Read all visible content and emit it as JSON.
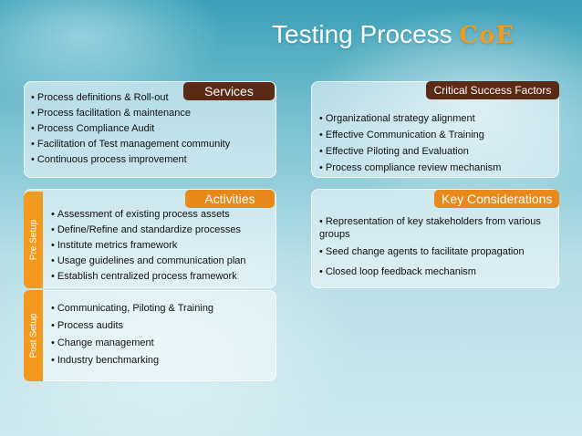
{
  "title": {
    "main": "Testing Process",
    "accent": "CoE"
  },
  "services": {
    "label": "Services",
    "items": [
      "Process definitions & Roll-out",
      "Process facilitation & maintenance",
      "Process Compliance Audit",
      "Facilitation of Test management community",
      "Continuous process improvement"
    ]
  },
  "csf": {
    "label": "Critical Success Factors",
    "items": [
      "Organizational strategy alignment",
      "Effective Communication & Training",
      "Effective Piloting and Evaluation",
      "Process compliance review mechanism"
    ]
  },
  "activities": {
    "label": "Activities",
    "pre_label": "Pre Setup",
    "post_label": "Post Setup",
    "pre_items": [
      "Assessment of existing process assets",
      "Define/Refine and standardize processes",
      "Institute metrics framework",
      "Usage guidelines and  communication plan",
      "Establish centralized process framework"
    ],
    "post_items": [
      "Communicating, Piloting & Training",
      "Process audits",
      "Change management",
      "Industry benchmarking"
    ]
  },
  "kc": {
    "label": "Key Considerations",
    "items": [
      "Representation of key stakeholders from various groups",
      "Seed change agents to facilitate propagation",
      "Closed loop feedback mechanism"
    ]
  },
  "bullet": "•",
  "colors": {
    "orange": "#f39a1e",
    "tag_orange": "#e8891a",
    "tag_dark": "#5a2a15"
  }
}
